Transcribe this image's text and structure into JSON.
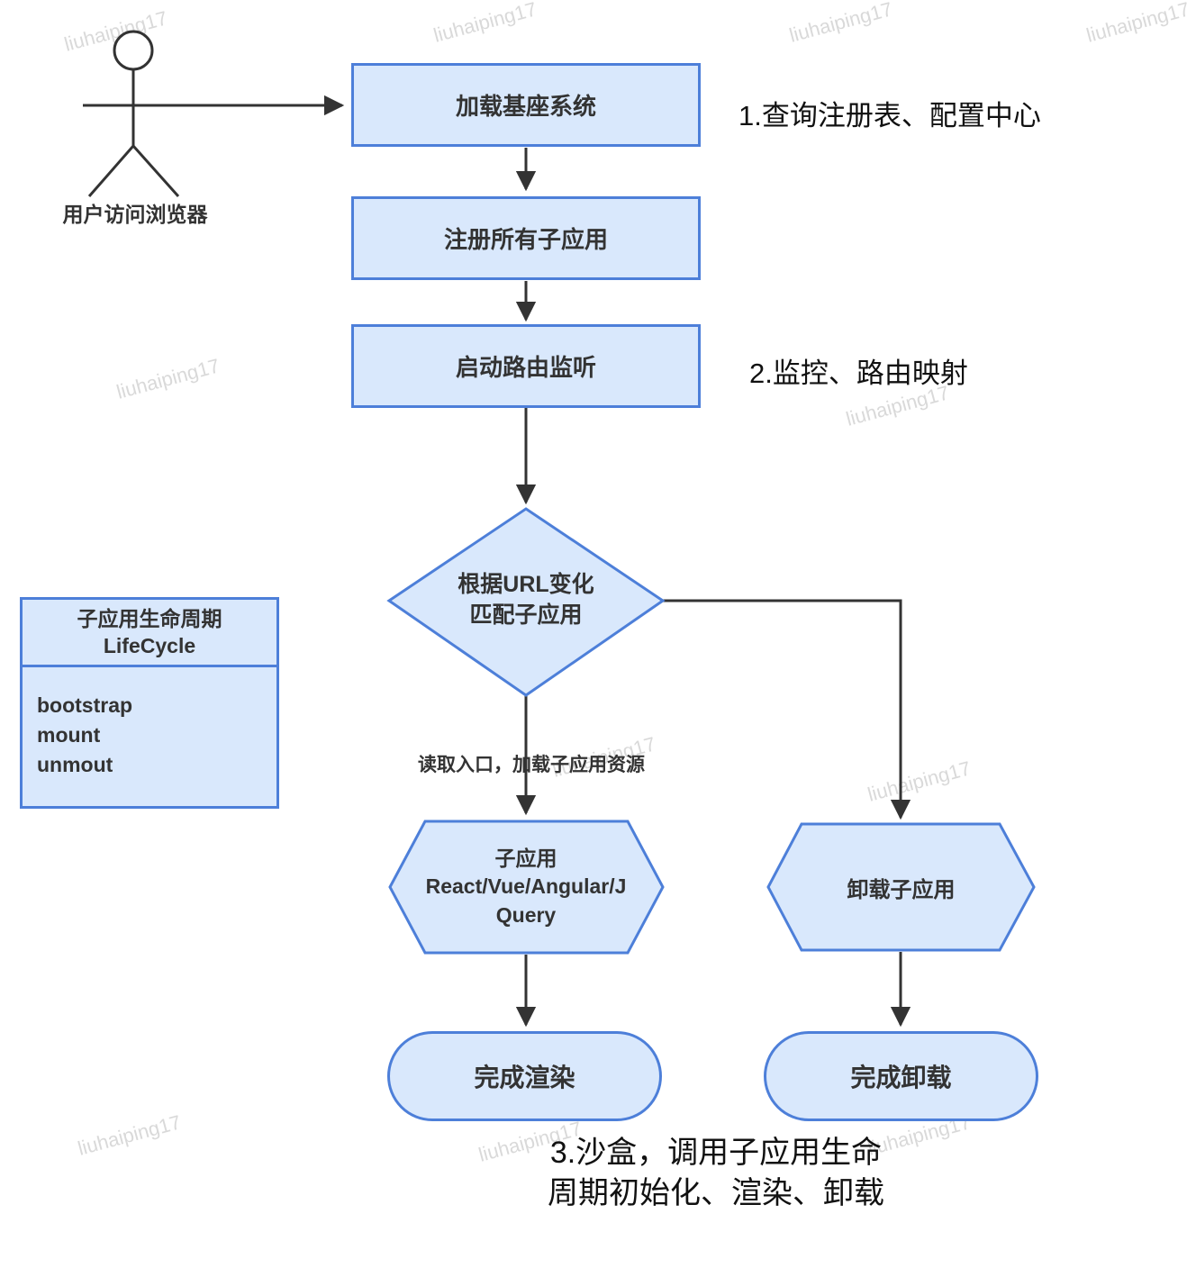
{
  "diagram": {
    "watermark": "liuhaiping17",
    "actor": {
      "label": "用户访问浏览器"
    },
    "nodes": {
      "load_base": "加载基座系统",
      "register": "注册所有子应用",
      "router": "启动路由监听",
      "decision_line1": "根据URL变化",
      "decision_line2": "匹配子应用",
      "subapp_line1": "子应用",
      "subapp_line2": "React/Vue/Angular/J",
      "subapp_line3": "Query",
      "unload": "卸载子应用",
      "render_done": "完成渲染",
      "unload_done": "完成卸载"
    },
    "lifecycle": {
      "title": "子应用生命周期",
      "subtitle": "LifeCycle",
      "items": [
        "bootstrap",
        "mount",
        "unmout"
      ]
    },
    "edge_label": "读取入口，加载子应用资源",
    "notes": {
      "note1": "1.查询注册表、配置中心",
      "note2": "2.监控、路由映射",
      "note3_line1": "3.沙盒，调用子应用生命",
      "note3_line2": "周期初始化、渲染、卸载"
    },
    "colors": {
      "node_fill": "#d9e8fc",
      "node_border": "#4d7fd9",
      "line": "#333333",
      "watermark": "#c9c9c9"
    }
  }
}
